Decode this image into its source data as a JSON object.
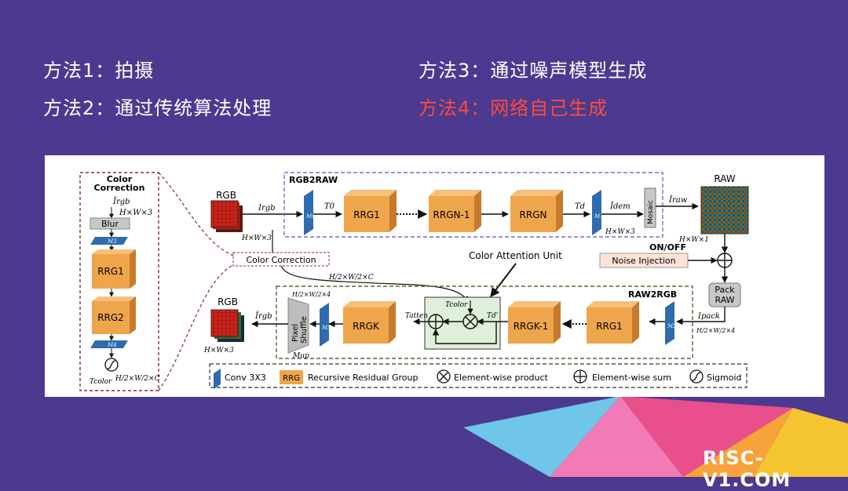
{
  "slide": {
    "methods": [
      {
        "label": "方法1：拍摄",
        "color": "#ffffff"
      },
      {
        "label": "方法2：通过传统算法处理",
        "color": "#ffffff"
      },
      {
        "label": "方法3：通过噪声模型生成",
        "color": "#ffffff"
      },
      {
        "label": "方法4：网络自己生成",
        "color": "#ff4a3d"
      }
    ],
    "watermark": "RISC-V1.COM"
  },
  "diagram": {
    "cc_title1": "Color",
    "cc_title2": "Correction",
    "cc_irgb": "Ĩrgb",
    "cc_dim": "H×W×3",
    "cc_blur": "Blur",
    "cc_m3": "M3",
    "cc_rrg1": "RRG1",
    "cc_rrg2": "RRG2",
    "cc_m4": "M4",
    "cc_tcolor": "Tcolor",
    "cc_dim2": "H/2×W/2×C",
    "rgb_in": "RGB",
    "rgb_in_dim": "H×W×3",
    "irgb": "Irgb",
    "rgb2raw": "RGB2RAW",
    "m0": "M0",
    "t0": "T0",
    "rrg1": "RRG1",
    "rrgn1": "RRGN-1",
    "rrgn": "RRGN",
    "td": "Td",
    "m1": "M1",
    "idem": "Îdem",
    "mosaic": "Mosaic",
    "dim_hw3": "H×W×3",
    "iraw": "Îraw",
    "raw": "RAW",
    "raw_dim": "H×W×1",
    "onoff": "ON/OFF",
    "noise": "Noise Injection",
    "color_corr": "Color Correction",
    "dim_c": "H/2×W/2×C",
    "cau": "Color Attention Unit",
    "pack1": "Pack",
    "pack2": "RAW",
    "raw2rgb": "RAW2RGB",
    "ipack": "Ipack",
    "ipack_dim": "H/2×W/2×4",
    "m2": "M2",
    "rrg1b": "RRG1",
    "rrgk1": "RRGK-1",
    "tdp": "Td'",
    "tcolor": "Tcolor",
    "tatten": "Tatten",
    "rrgk": "RRGK",
    "m5": "M5",
    "pixel1": "Pixel",
    "pixel2": "Shuffle",
    "dim4": "H/2×W/2×4",
    "mup": "Mup",
    "irgb_out": "Îrgb",
    "rgb_out": "RGB",
    "rgb_out_dim": "H×W×3",
    "legend": {
      "conv": "Conv 3X3",
      "rrg_tag": "RRG",
      "rrg": "Recursive Residual Group",
      "prod": "Element-wise product",
      "sum": "Element-wise sum",
      "sig": "Sigmoid"
    }
  }
}
